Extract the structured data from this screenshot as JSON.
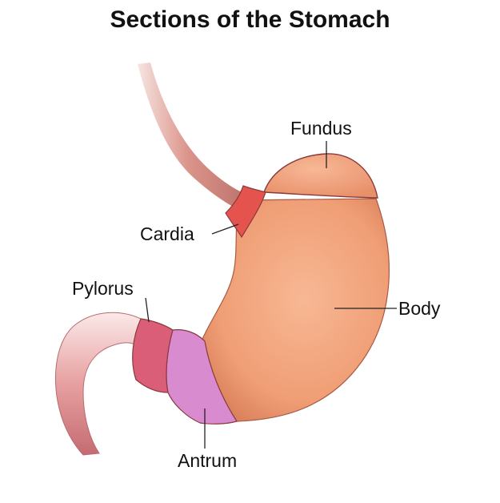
{
  "title": "Sections of the Stomach",
  "labels": {
    "fundus": "Fundus",
    "cardia": "Cardia",
    "pylorus": "Pylorus",
    "body": "Body",
    "antrum": "Antrum"
  },
  "colors": {
    "body": "#F0A37A",
    "fundus": "#F2A57C",
    "cardia": "#E5534F",
    "pylorus": "#DA5E78",
    "antrum": "#D98BD0",
    "esophagus": "#D98E84",
    "duodenum": "#E69A9A",
    "outline": "#8A3A3A",
    "leader": "#222222"
  }
}
